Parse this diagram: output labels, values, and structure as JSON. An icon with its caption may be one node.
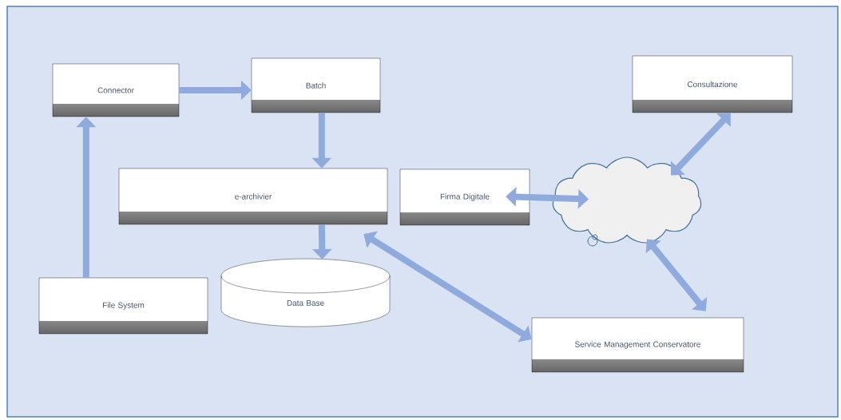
{
  "diagram": {
    "nodes": [
      {
        "text": [
          "Connector"
        ]
      },
      {
        "text": [
          "Batch"
        ]
      },
      {
        "text": [
          "Consultazione"
        ]
      },
      {
        "text": [
          "e-archivier"
        ]
      },
      {
        "text": [
          "Firma Digitale"
        ]
      },
      {
        "text": [],
        "shape": "cloud"
      },
      {
        "text": [
          "File System"
        ]
      },
      {
        "text": [
          "Data Base"
        ]
      },
      {
        "text": [
          "Service Management Conservatore"
        ]
      }
    ],
    "edges": [
      {
        "from": 0,
        "to": 1,
        "arrow": "to"
      },
      {
        "from": 6,
        "to": 0,
        "arrow": "to"
      },
      {
        "from": 1,
        "to": 3,
        "arrow": "to"
      },
      {
        "from": 3,
        "to": 7,
        "arrow": "to"
      },
      {
        "from": 3,
        "to": 8,
        "arrow": "both"
      },
      {
        "from": 4,
        "to": 5,
        "arrow": "both"
      },
      {
        "from": 5,
        "to": 2,
        "arrow": "both"
      },
      {
        "from": 5,
        "to": 8,
        "arrow": "both"
      }
    ]
  }
}
